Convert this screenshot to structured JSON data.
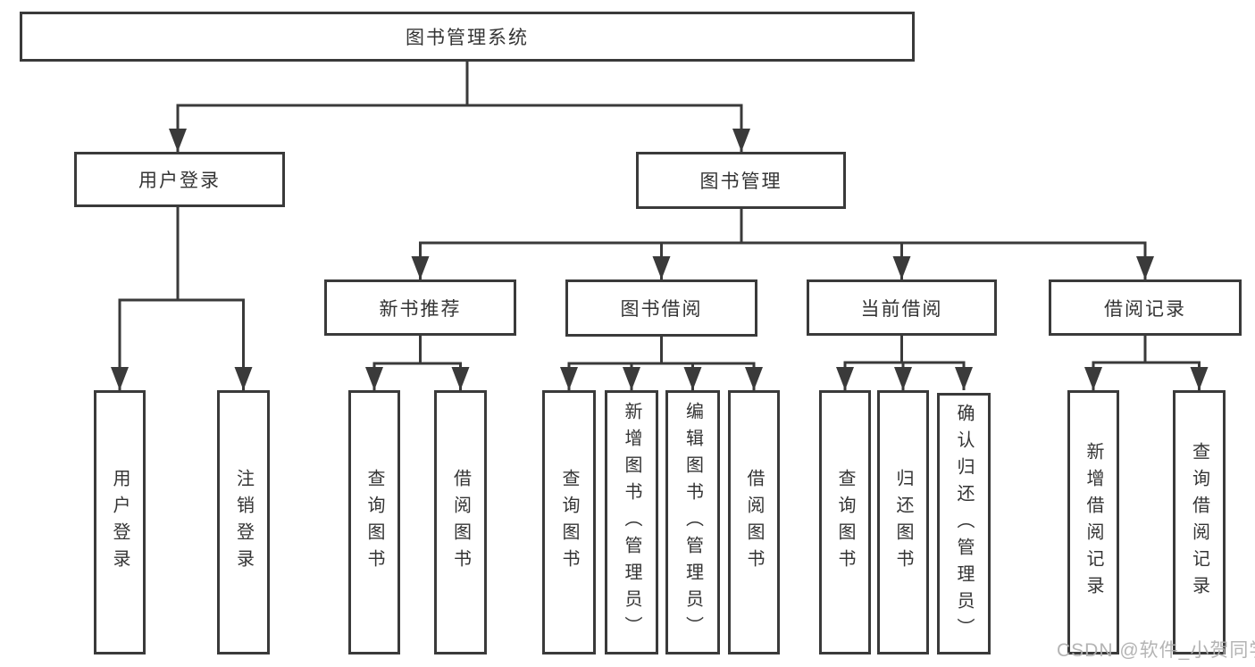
{
  "diagram": {
    "type": "hierarchy-flowchart",
    "colors": {
      "line": "#3a3a3a",
      "box_border": "#3a3a3a",
      "text": "#343434",
      "background": "#ffffff",
      "watermark": "#b0b0b0"
    },
    "tree": {
      "label": "图书管理系统",
      "children": [
        {
          "label": "用户登录",
          "children": [
            {
              "label": "用户登录"
            },
            {
              "label": "注销登录"
            }
          ]
        },
        {
          "label": "图书管理",
          "children": [
            {
              "label": "新书推荐",
              "children": [
                {
                  "label": "查询图书"
                },
                {
                  "label": "借阅图书"
                }
              ]
            },
            {
              "label": "图书借阅",
              "children": [
                {
                  "label": "查询图书"
                },
                {
                  "label": "新增图书（管理员）"
                },
                {
                  "label": "编辑图书（管理员）"
                },
                {
                  "label": "借阅图书"
                }
              ]
            },
            {
              "label": "当前借阅",
              "children": [
                {
                  "label": "查询图书"
                },
                {
                  "label": "归还图书"
                },
                {
                  "label": "确认归还（管理员）"
                }
              ]
            },
            {
              "label": "借阅记录",
              "children": [
                {
                  "label": "新增借阅记录"
                },
                {
                  "label": "查询借阅记录"
                }
              ]
            }
          ]
        }
      ]
    },
    "watermark": {
      "text": "CSDN @软件_小贺同学"
    }
  }
}
